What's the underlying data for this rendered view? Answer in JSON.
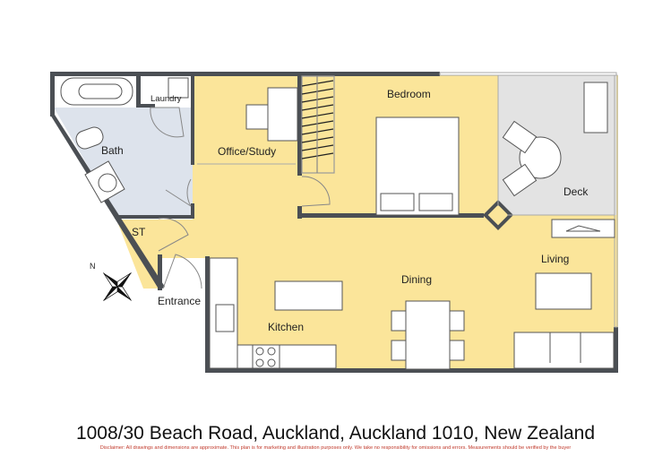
{
  "colors": {
    "living_fill": "#fbe59a",
    "bath_fill": "#dde3ec",
    "deck_fill": "#e3e3e3",
    "wall": "#4b4f54",
    "disclaimer": "#c0392b"
  },
  "rooms": {
    "laundry": "Laundry",
    "bath": "Bath",
    "office": "Office/Study",
    "bedroom": "Bedroom",
    "deck": "Deck",
    "st": "ST",
    "entrance": "Entrance",
    "dining": "Dining",
    "living": "Living",
    "kitchen": "Kitchen"
  },
  "compass": {
    "label": "N",
    "icon": "compass-rose-icon"
  },
  "address": "1008/30 Beach Road, Auckland, Auckland 1010, New Zealand",
  "disclaimer": "Disclaimer: All drawings and dimensions are approximate. This plan is for marketing and illustration purposes only. We take no responsibility for omissions and errors. Measurements should be verified by the buyer"
}
